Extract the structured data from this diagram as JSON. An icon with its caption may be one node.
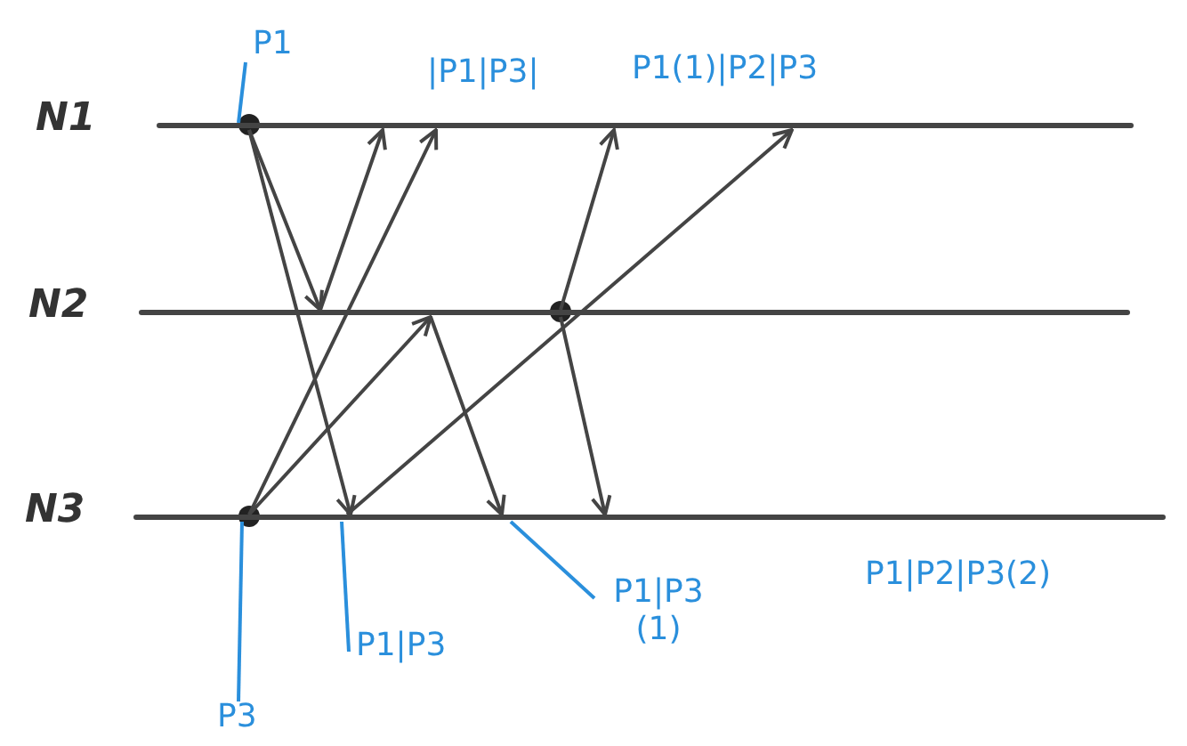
{
  "diagram": {
    "nodes": [
      {
        "text": [
          "N1"
        ]
      },
      {
        "text": [
          "N2"
        ]
      },
      {
        "text": [
          "N3"
        ]
      },
      {
        "text": [
          "P1"
        ]
      },
      {
        "text": [
          "P3"
        ]
      },
      {
        "text": [
          "P1|P3"
        ]
      },
      {
        "text": [
          "P1|P3 (1)"
        ]
      }
    ],
    "edges": [
      {
        "from": 0,
        "to": 1,
        "arrow": "to"
      },
      {
        "from": 0,
        "to": 2,
        "arrow": "to"
      },
      {
        "from": 1,
        "to": 0,
        "arrow": "to"
      },
      {
        "from": 2,
        "to": 0,
        "arrow": "to"
      },
      {
        "from": 2,
        "to": 1,
        "arrow": "to"
      },
      {
        "from": 1,
        "to": 2,
        "arrow": "to"
      },
      {
        "from": 2,
        "to": 0,
        "arrow": "to"
      },
      {
        "from": 1,
        "to": 0,
        "arrow": "to"
      },
      {
        "from": 1,
        "to": 2,
        "arrow": "to"
      },
      {
        "from": 3,
        "to": 0,
        "arrow": "none",
        "color": "#2a8fdc"
      },
      {
        "from": 4,
        "to": 2,
        "arrow": "none",
        "color": "#2a8fdc"
      },
      {
        "from": 5,
        "to": 2,
        "arrow": "none",
        "color": "#2a8fdc"
      },
      {
        "from": 6,
        "to": 2,
        "arrow": "none",
        "color": "#2a8fdc"
      }
    ],
    "labels": [
      "|P1|P3|",
      "P1(1)|P2|P3",
      "P1|P2|P3(2)"
    ]
  }
}
